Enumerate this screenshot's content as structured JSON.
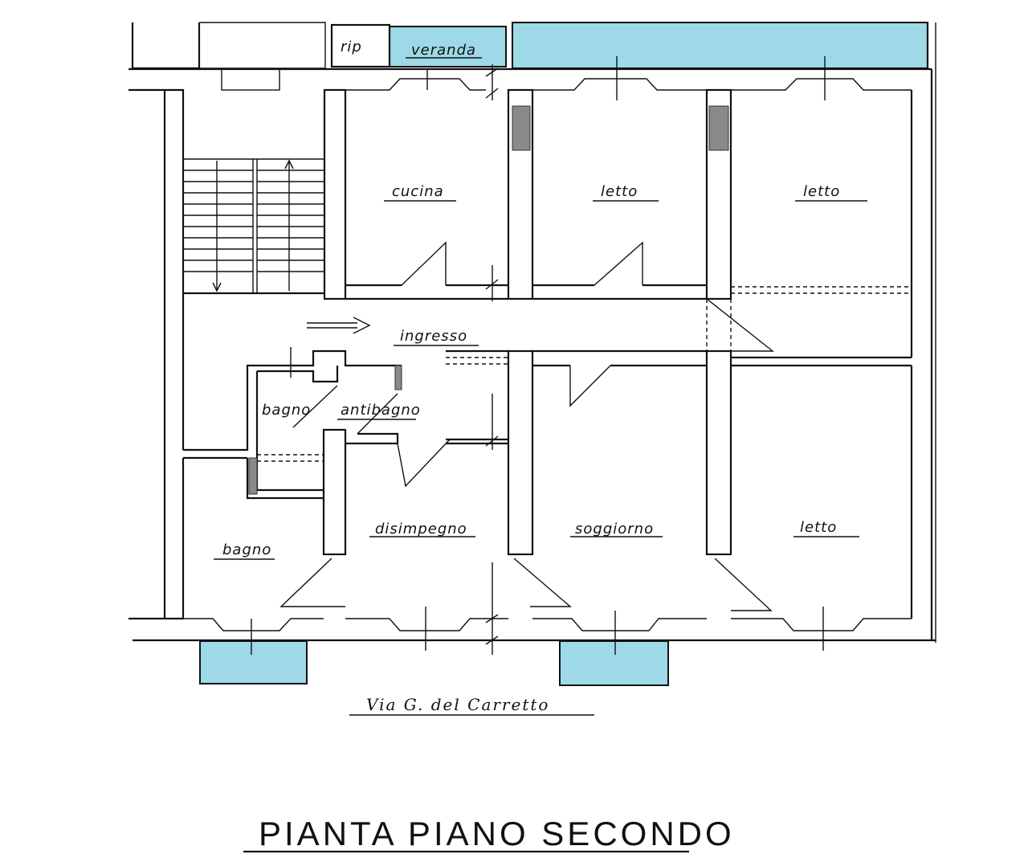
{
  "rooms": {
    "rip": "rip",
    "veranda": "veranda",
    "cucina": "cucina",
    "letto_1": "letto",
    "letto_2": "letto",
    "ingresso": "ingresso",
    "bagno_small": "bagno",
    "antibagno": "antibagno",
    "bagno": "bagno",
    "disimpegno": "disimpegno",
    "soggiorno": "soggiorno",
    "letto_3": "letto"
  },
  "street": "Via G. del Carretto",
  "title": "PIANTA PIANO SECONDO",
  "colors": {
    "balcony": "#9dd9e6",
    "wall": "#111111"
  }
}
